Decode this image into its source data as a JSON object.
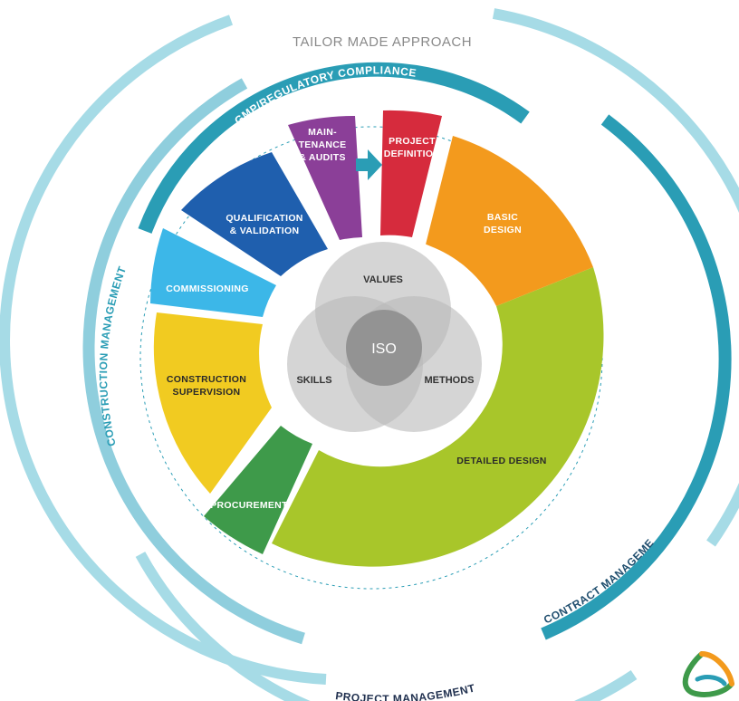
{
  "title": "TAILOR MADE APPROACH",
  "outer_rings": {
    "gmp": "GMP/REGULATORY COMPLIANCE",
    "construction_management": "CONSTRUCTION MANAGEMENT",
    "contract_management": "CONTRACT MANAGEMENT",
    "project_management": "PROJECT MANAGEMENT"
  },
  "phases": {
    "project_definition": [
      "PROJECT",
      "DEFINITION"
    ],
    "basic_design": [
      "BASIC",
      "DESIGN"
    ],
    "detailed_design": [
      "DETAILED DESIGN"
    ],
    "procurement": [
      "PROCUREMENT"
    ],
    "construction_supervision": [
      "CONSTRUCTION",
      "SUPERVISION"
    ],
    "commissioning": [
      "COMMISSIONING"
    ],
    "qualification_validation": [
      "QUALIFICATION",
      "& VALIDATION"
    ],
    "maintenance_audits": [
      "MAIN-",
      "TENANCE",
      "& AUDITS"
    ]
  },
  "center": {
    "values": "VALUES",
    "skills": "SKILLS",
    "methods": "METHODS",
    "iso": "ISO"
  },
  "colors": {
    "project_definition": "#d62b3d",
    "basic_design": "#f39a1d",
    "detailed_design": "#a8c62a",
    "procurement": "#3e9a4a",
    "construction_supervision": "#f1cb21",
    "commissioning": "#3cb7e8",
    "qualification_validation": "#1f5fae",
    "maintenance_audits": "#8b3f98",
    "ring_teal": "#2a9db5",
    "ring_light": "#a6dbe6"
  }
}
